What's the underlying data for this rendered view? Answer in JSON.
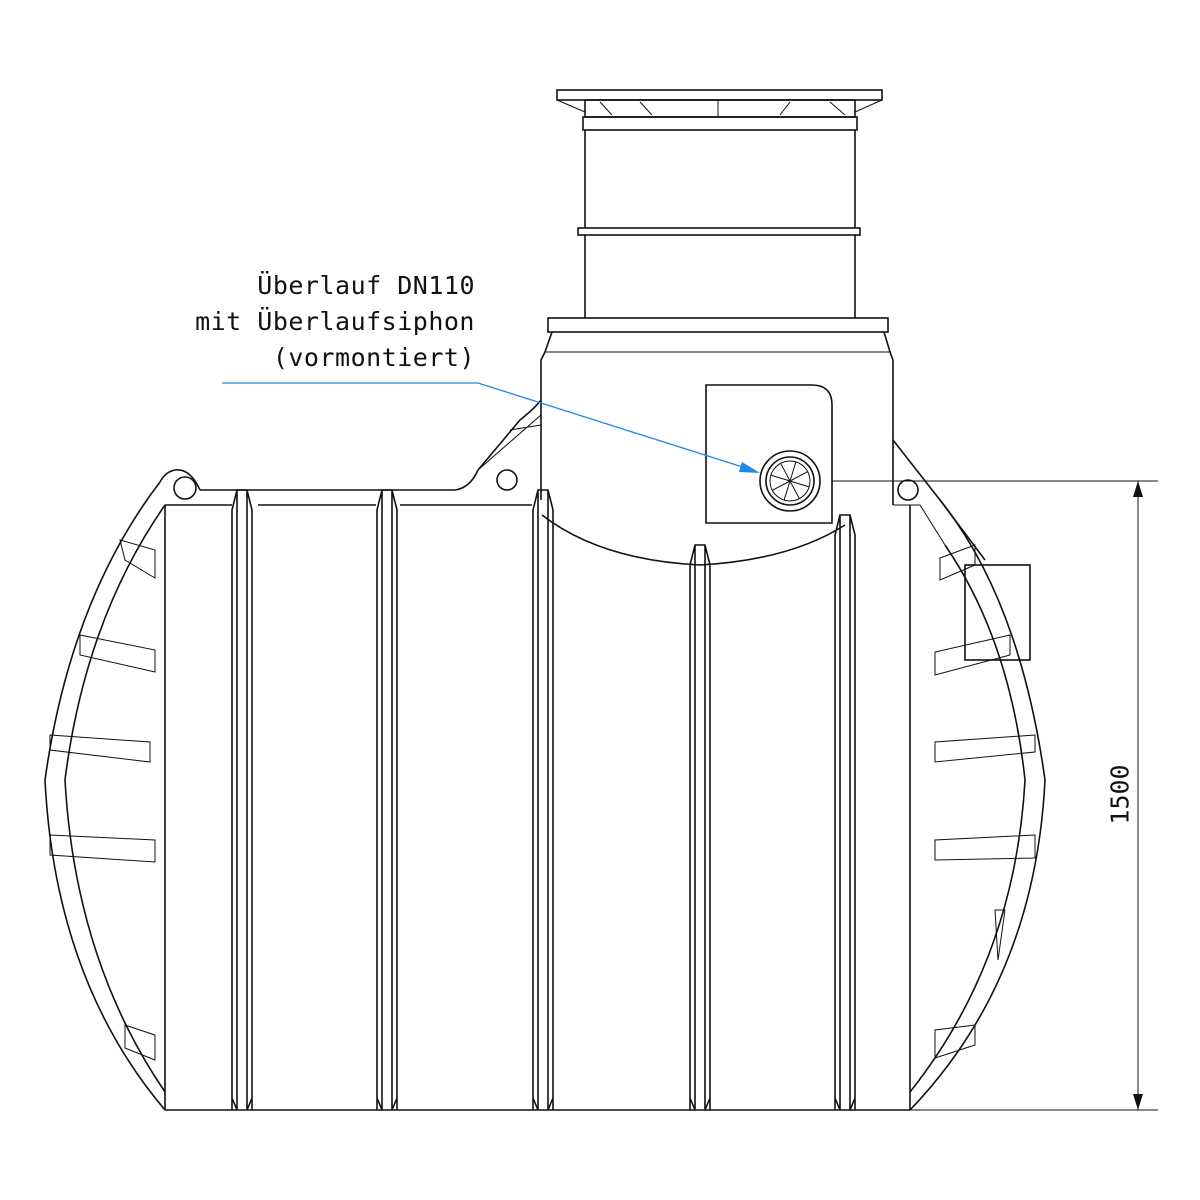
{
  "annotation": {
    "lines": [
      "Überlauf DN110",
      "mit Überlaufsiphon",
      "(vormontiert)"
    ],
    "leader_color": "#1e88e5"
  },
  "dimension": {
    "value": "1500"
  }
}
